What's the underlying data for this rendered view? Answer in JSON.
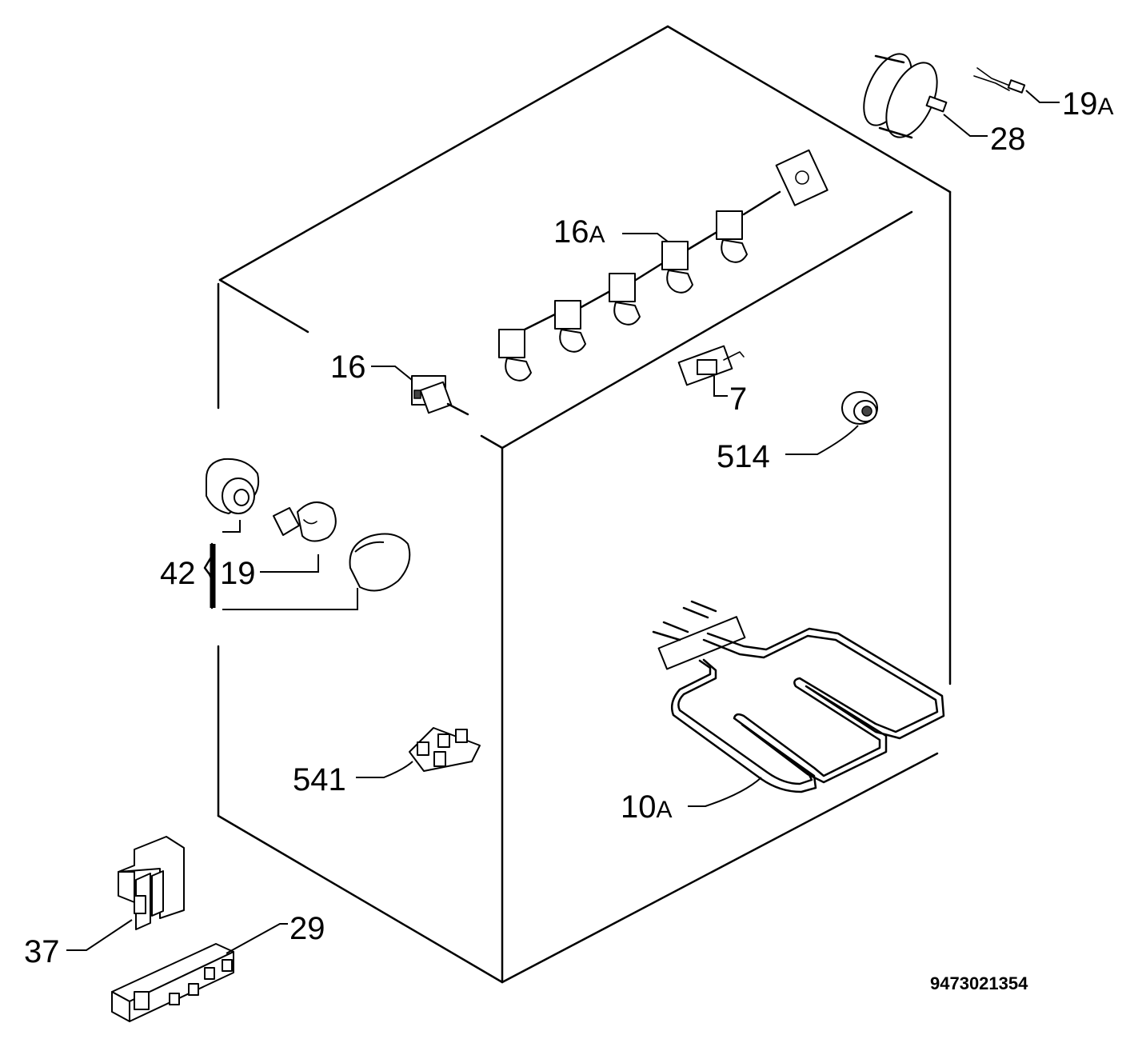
{
  "labels": {
    "l_19a": "19",
    "l_19a_suffix": "A",
    "l_28": "28",
    "l_16a": "16",
    "l_16a_suffix": "A",
    "l_16": "16",
    "l_7": "7",
    "l_514": "514",
    "l_42": "42",
    "l_19": "19",
    "l_541": "541",
    "l_10a": "10",
    "l_10a_suffix": "A",
    "l_37": "37",
    "l_29": "29"
  },
  "document_number": "9473021354",
  "colors": {
    "line": "#000000",
    "background": "#ffffff"
  }
}
